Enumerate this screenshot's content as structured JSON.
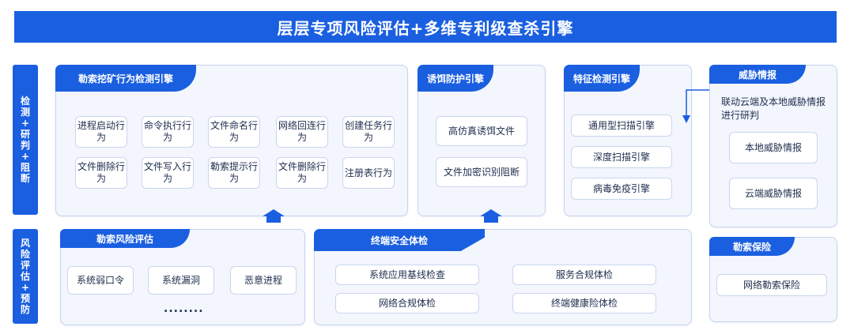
{
  "title": "层层专项风险评估+多维专利级查杀引擎",
  "side_labels": {
    "top": [
      "检",
      "测",
      "+",
      "研",
      "判",
      "+",
      "阻",
      "断"
    ],
    "bottom": [
      "风",
      "险",
      "评",
      "估",
      "+",
      "预",
      "防"
    ]
  },
  "ransom_behavior": {
    "title": "勒索挖矿行为检测引擎",
    "items": [
      "进程启动行为",
      "命令执行行为",
      "文件命名行为",
      "网络回连行为",
      "创建任务行为",
      "文件删除行为",
      "文件写入行为",
      "勒索提示行为",
      "文件删除行为",
      "注册表行为"
    ]
  },
  "decoy": {
    "title": "诱饵防护引擎",
    "items": [
      "高仿真诱饵文件",
      "文件加密识别阻断"
    ]
  },
  "signature": {
    "title": "特征检测引擎",
    "items": [
      "通用型扫描引擎",
      "深度扫描引擎",
      "病毒免疫引擎"
    ]
  },
  "threat_intel": {
    "title": "威胁情报",
    "text": "联动云端及本地威胁情报进行研判",
    "items": [
      "本地威胁情报",
      "云端威胁情报"
    ]
  },
  "risk_eval": {
    "title": "勒索风险评估",
    "items": [
      "系统弱口令",
      "系统漏洞",
      "恶意进程"
    ],
    "more": "........"
  },
  "endpoint": {
    "title": "终端安全体检",
    "items": [
      "系统应用基线检查",
      "服务合规体检",
      "网络合规体检",
      "终端健康险体检"
    ]
  },
  "insurance": {
    "title": "勒索保险",
    "items": [
      "网络勒索保险"
    ]
  },
  "colors": {
    "accent": "#1a5fe0",
    "panel_bg": "#f3f6fd",
    "border": "#c6d4ee"
  }
}
